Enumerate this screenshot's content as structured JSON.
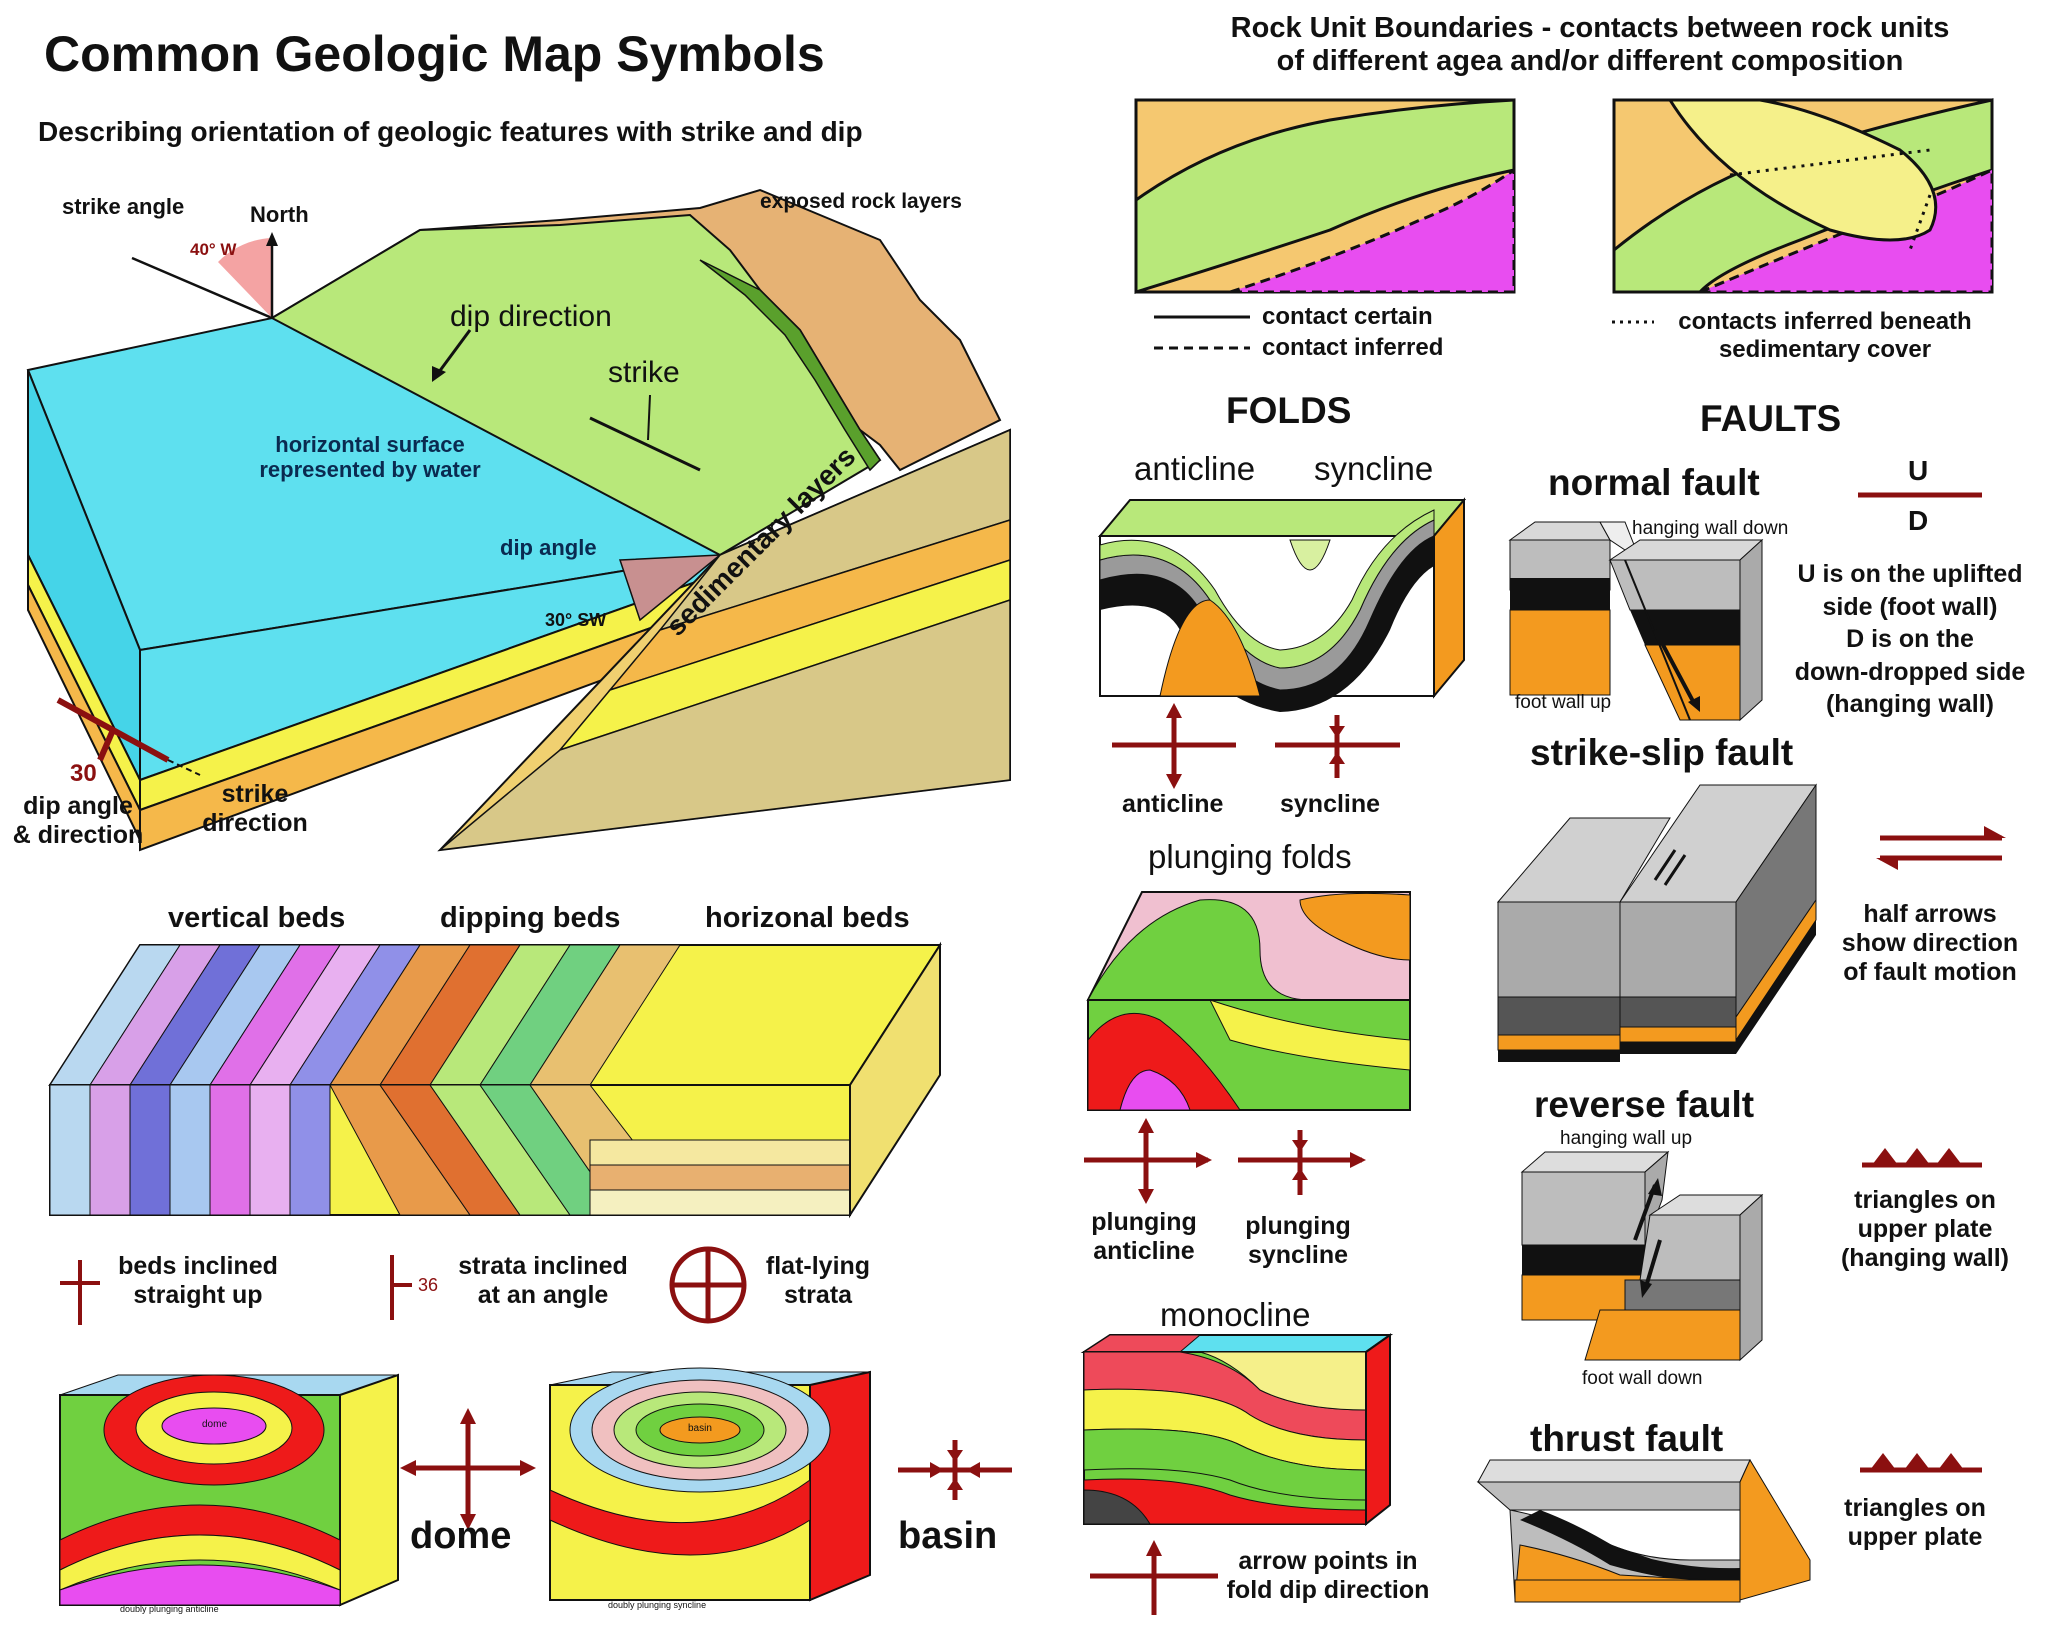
{
  "title": "Common Geologic Map Symbols",
  "strike_dip": {
    "subtitle": "Describing orientation of geologic features with strike and dip",
    "strike_angle": "strike angle",
    "north": "North",
    "angle_value": "40° W",
    "exposed_layers": "exposed rock layers",
    "dip_direction": "dip direction",
    "strike": "strike",
    "horizontal_surface_1": "horizontal surface",
    "horizontal_surface_2": "represented by water",
    "dip_angle": "dip angle",
    "dip_value": "30° SW",
    "sedimentary": "sedimentary layers",
    "symbol_number": "30",
    "dip_angle_dir_1": "dip angle",
    "dip_angle_dir_2": "& direction",
    "strike_dir_1": "strike",
    "strike_dir_2": "direction"
  },
  "beds": {
    "vertical": "vertical beds",
    "dipping": "dipping beds",
    "horizontal": "horizonal beds",
    "inclined_up_1": "beds inclined",
    "inclined_up_2": "straight up",
    "angle_number": "36",
    "angle_1": "strata inclined",
    "angle_2": "at an angle",
    "flat_1": "flat-lying",
    "flat_2": "strata"
  },
  "dome_basin": {
    "dome": "dome",
    "basin": "basin",
    "dome_inner": "dome",
    "basin_inner": "basin",
    "dome_caption": "doubly plunging anticline",
    "basin_caption": "doubly plunging syncline"
  },
  "boundaries": {
    "title_1": "Rock Unit Boundaries - contacts between rock units",
    "title_2": "of different agea and/or different composition",
    "certain": "contact certain",
    "inferred": "contact inferred",
    "beneath_1": "contacts inferred beneath",
    "beneath_2": "sedimentary cover"
  },
  "folds": {
    "heading": "FOLDS",
    "anticline": "anticline",
    "syncline": "syncline",
    "anticline_sym": "anticline",
    "syncline_sym": "syncline",
    "plunging": "plunging folds",
    "plunging_anticline_1": "plunging",
    "plunging_anticline_2": "anticline",
    "plunging_syncline_1": "plunging",
    "plunging_syncline_2": "syncline",
    "monocline": "monocline",
    "arrow_1": "arrow points in",
    "arrow_2": "fold dip direction"
  },
  "faults": {
    "heading": "FAULTS",
    "normal": "normal fault",
    "hanging_down": "hanging wall down",
    "foot_up": "foot wall up",
    "u": "U",
    "d": "D",
    "u_desc_1": "U is on the uplifted",
    "u_desc_2": "side (foot wall)",
    "d_desc_1": "D is on the",
    "d_desc_2": "down-dropped side",
    "d_desc_3": "(hanging wall)",
    "strike_slip": "strike-slip fault",
    "half_1": "half arrows",
    "half_2": "show direction",
    "half_3": "of fault motion",
    "reverse": "reverse fault",
    "hanging_up": "hanging wall up",
    "foot_down": "foot wall down",
    "tri_1": "triangles on",
    "tri_2": "upper plate",
    "tri_3": "(hanging wall)",
    "thrust": "thrust fault",
    "thrust_tri_1": "triangles on",
    "thrust_tri_2": "upper plate"
  },
  "colors": {
    "symbol_red": "#8b1010",
    "water": "#5ee0ef",
    "grass": "#b8e87a",
    "orange": "#f39a1f",
    "yellow": "#f5f24a",
    "magenta": "#e84df0"
  }
}
